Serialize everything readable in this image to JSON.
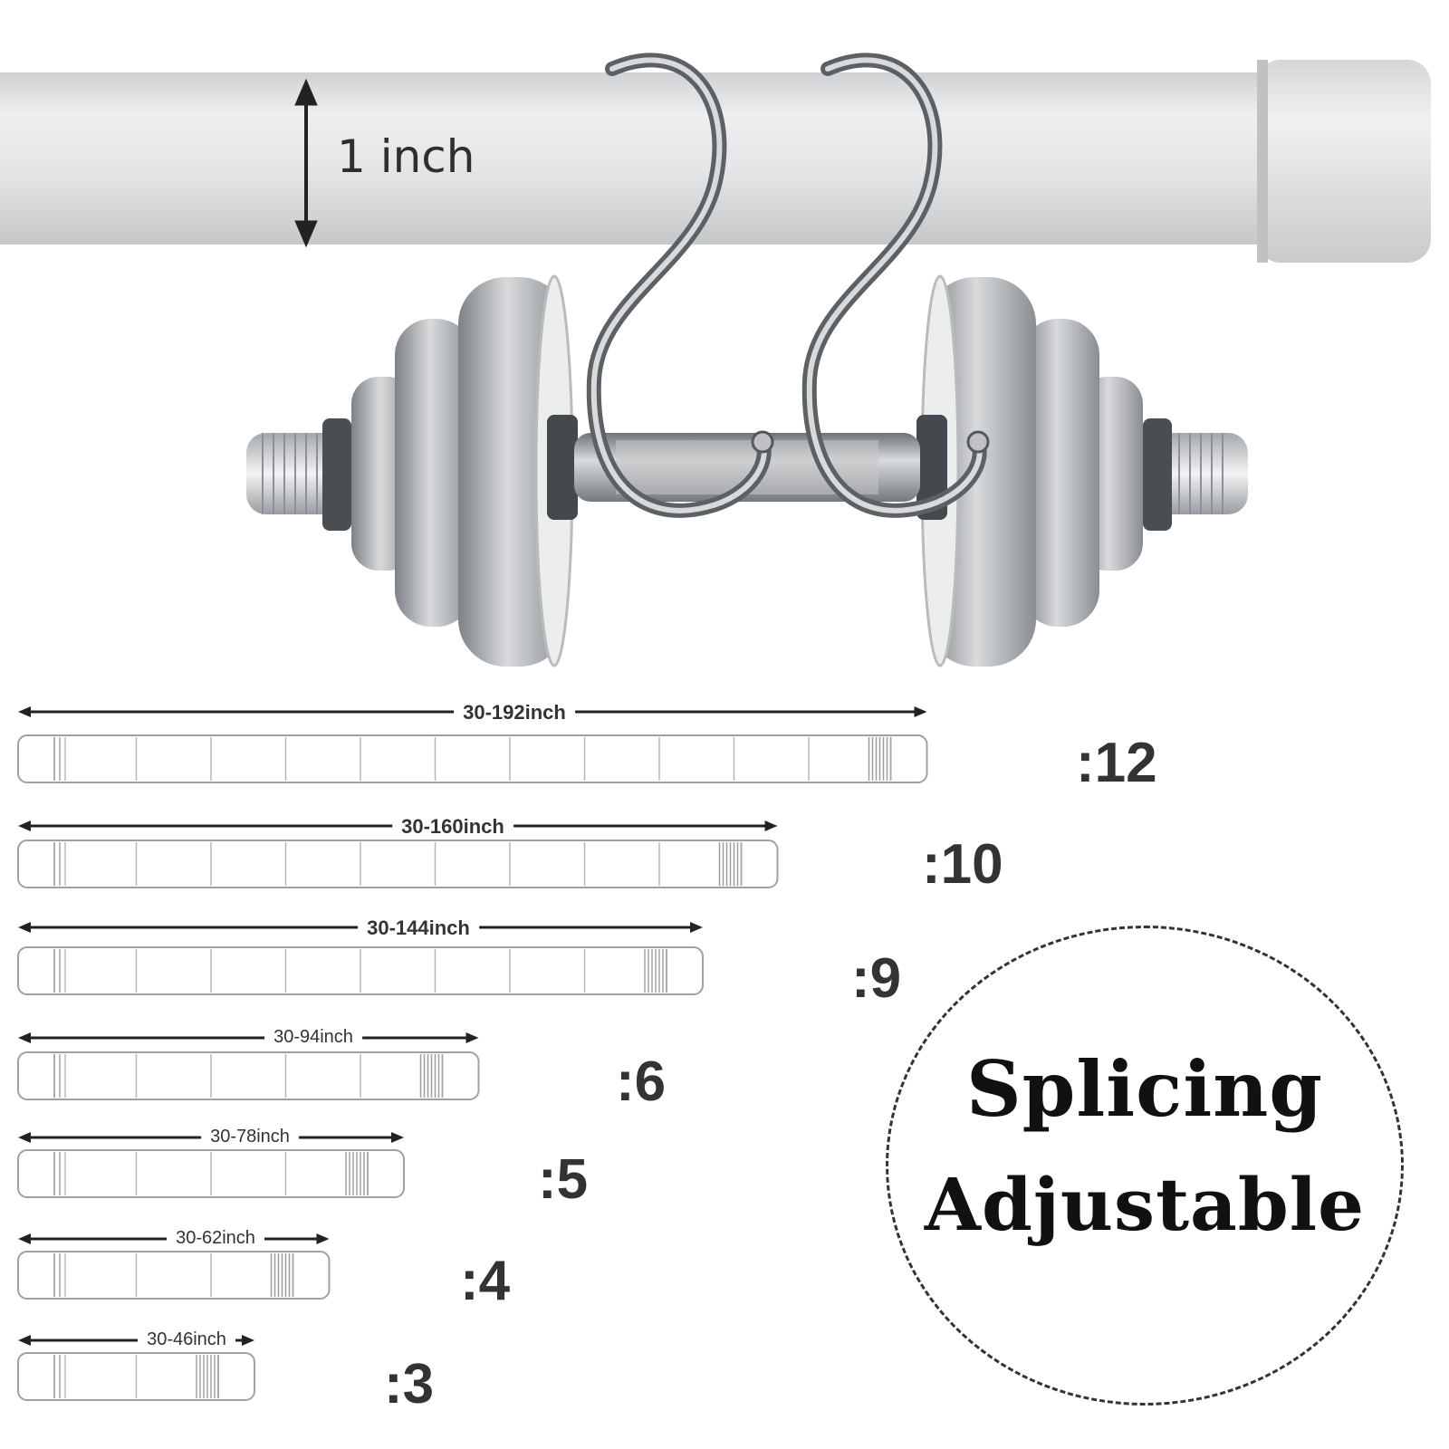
{
  "hero": {
    "dimension_label": "1 inch",
    "icons": [
      "curtain-rod",
      "s-hook",
      "dumbbell",
      "double-arrow"
    ]
  },
  "rods": [
    {
      "length_label": "30-192inch",
      "count_label": ":12",
      "sections": 12
    },
    {
      "length_label": "30-160inch",
      "count_label": ":10",
      "sections": 10
    },
    {
      "length_label": "30-144inch",
      "count_label": ":9",
      "sections": 9
    },
    {
      "length_label": "30-94inch",
      "count_label": ":6",
      "sections": 6
    },
    {
      "length_label": "30-78inch",
      "count_label": ":5",
      "sections": 5
    },
    {
      "length_label": "30-62inch",
      "count_label": ":4",
      "sections": 4
    },
    {
      "length_label": "30-46inch",
      "count_label": ":3",
      "sections": 3
    }
  ],
  "badge": {
    "line1": "Splicing",
    "line2": "Adjustable"
  },
  "colors": {
    "rod": "#e6e7e8",
    "metal": "#9c9fa3",
    "text": "#333333"
  }
}
